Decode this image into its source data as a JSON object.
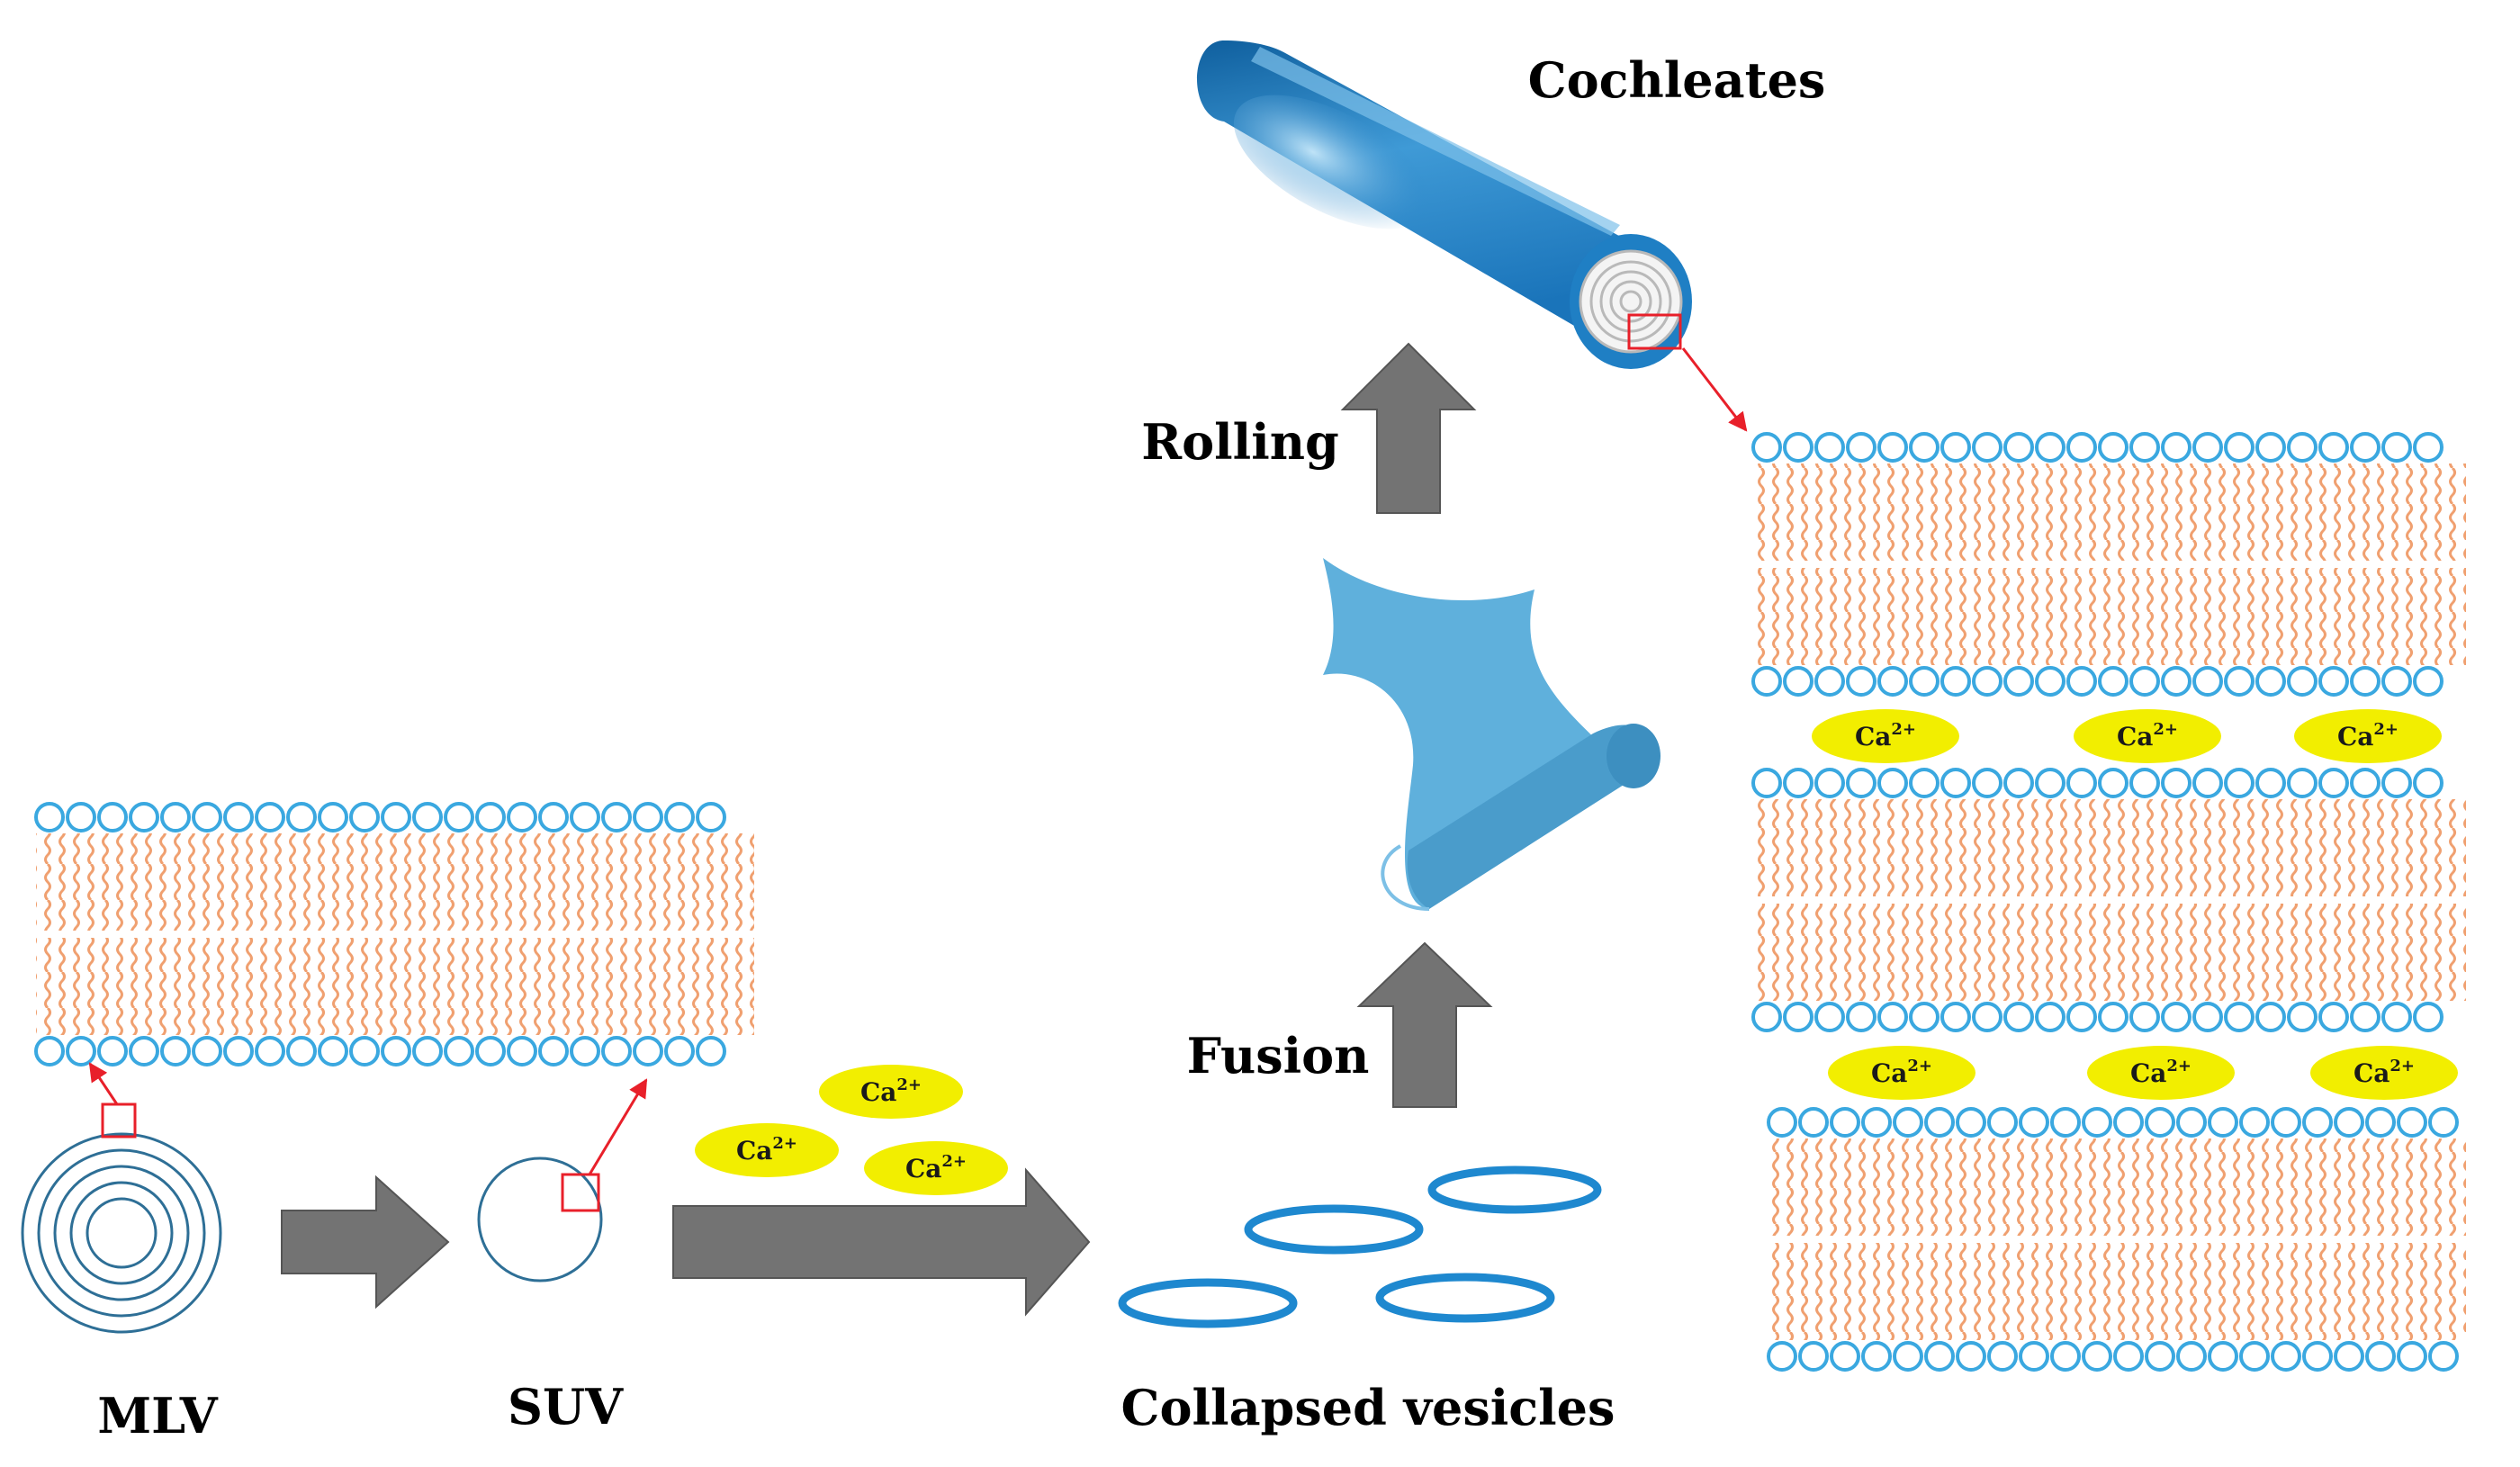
{
  "labels": {
    "mlv": "MLV",
    "suv": "SUV",
    "collapsed": "Collapsed vesicles",
    "fusion": "Fusion",
    "rolling": "Rolling",
    "cochleates": "Cochleates"
  },
  "ion": {
    "base": "Ca",
    "charge": "2+"
  },
  "colors": {
    "headgroup": "#3aa8e0",
    "tail": "#f0a070",
    "arrow": "#737373",
    "ion": "#f2ee00",
    "vesicle": "#1e88cf",
    "zoom_box": "#e8202a",
    "sheet": "#5fb0dc",
    "cochleate": "#1f7fc4",
    "mlv_line": "#2e6f96"
  }
}
